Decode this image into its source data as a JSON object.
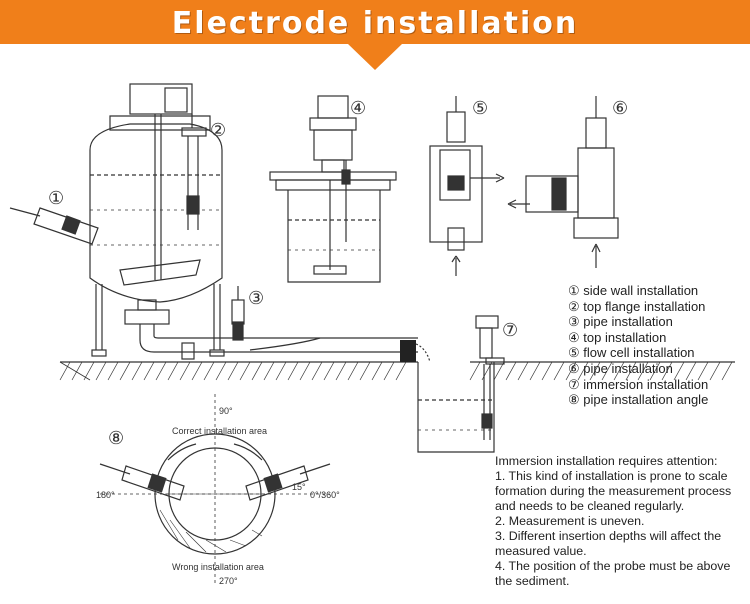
{
  "header": {
    "title": "Electrode installation",
    "color": "#f07f1a"
  },
  "markers": {
    "m1": "①",
    "m2": "②",
    "m3": "③",
    "m4": "④",
    "m5": "⑤",
    "m6": "⑥",
    "m7": "⑦",
    "m8": "⑧"
  },
  "legend": [
    "① side wall installation",
    "② top flange installation",
    "③ pipe installation",
    "④ top installation",
    "⑤ flow cell installation",
    "⑥ pipe installation",
    "⑦ immersion installation",
    "⑧ pipe installation angle"
  ],
  "angle_diagram": {
    "deg90": "90°",
    "deg180": "180°",
    "deg270": "270°",
    "deg0": "0°/360°",
    "deg15": "15°",
    "correct_area": "Correct installation area",
    "wrong_area": "Wrong installation area"
  },
  "notes": {
    "heading": "Immersion installation requires attention:",
    "items": [
      "1. This kind of installation is prone to scale formation during the measurement process and needs to be cleaned regularly.",
      "2. Measurement is uneven.",
      "3. Different insertion depths will affect the measured value.",
      "4. The position of the probe must be above the sediment."
    ]
  }
}
